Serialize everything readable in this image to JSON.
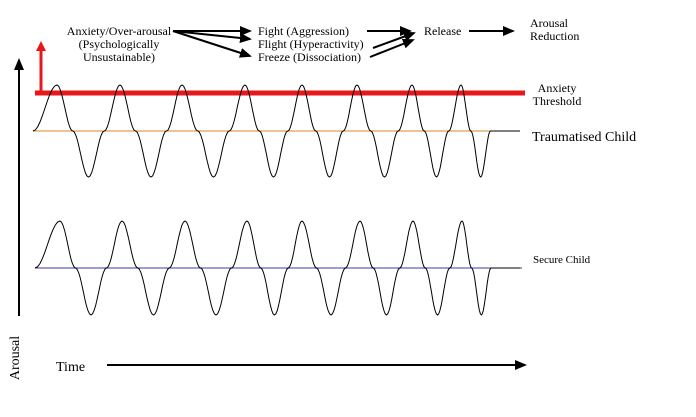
{
  "flow": {
    "anxiety": [
      "Anxiety/Over-arousal",
      "(Psychologically",
      "Unsustainable)"
    ],
    "responses": [
      "Fight (Aggression)",
      "Flight (Hyperactivity)",
      "Freeze (Dissociation)"
    ],
    "release": "Release",
    "reduction": [
      "Arousal",
      "Reduction"
    ]
  },
  "labels": {
    "threshold": [
      "Anxiety",
      "Threshold"
    ],
    "traumatised": "Traumatised Child",
    "secure": "Secure Child",
    "y_axis": "Arousal",
    "x_axis": "Time"
  },
  "colors": {
    "threshold": "#e8171b",
    "traumatised_line": "#d9852e",
    "secure_line": "#3b3ba8",
    "wave": "#000000"
  }
}
